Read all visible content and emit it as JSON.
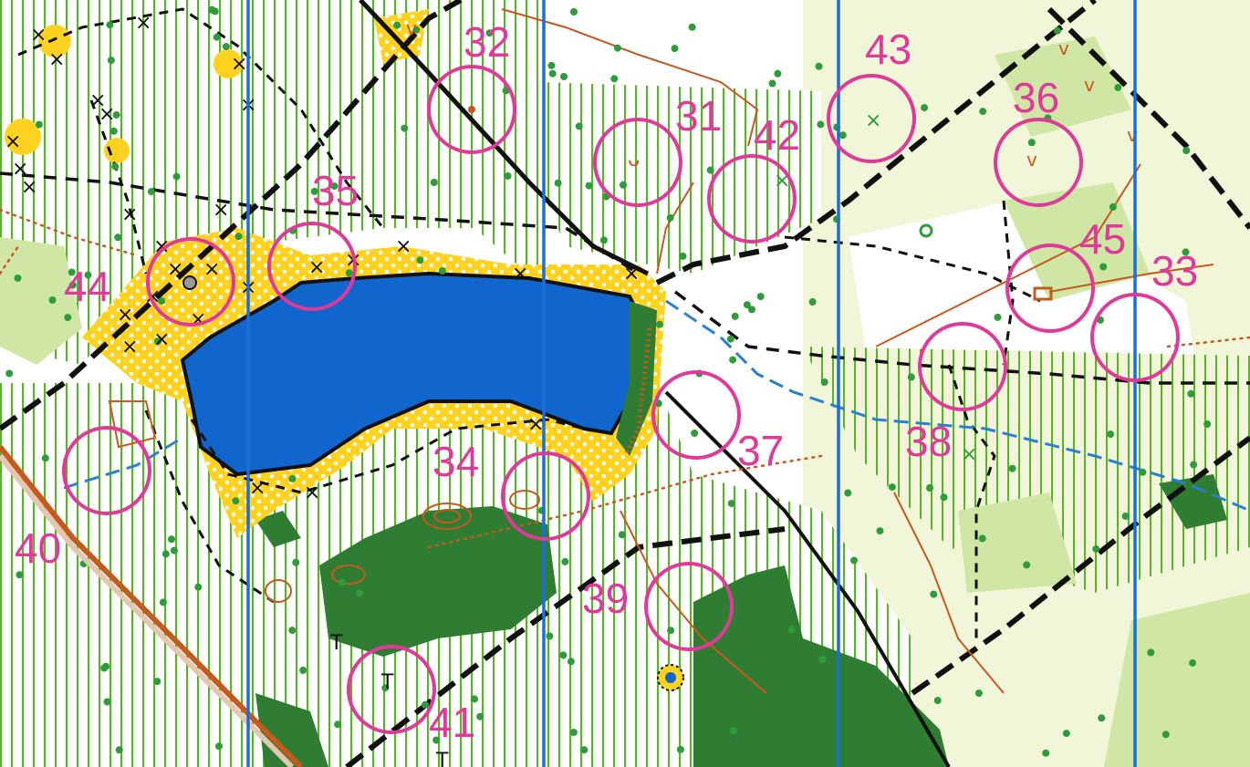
{
  "map": {
    "colors": {
      "open_land": "#ffffff",
      "rough_open": "#f1f6d8",
      "light_green": "#cfe6a5",
      "undergrowth_stripe": "#5fb030",
      "dark_green": "#2f7d32",
      "water": "#1066cc",
      "sand_yellow": "#ffd21f",
      "control_magenta": "#e0399a",
      "north_line_blue": "#1c6fd6",
      "path_black": "#111111",
      "contour_brown": "#c65a1e",
      "tree_dot_green": "#2e9c3a"
    },
    "north_lines": [
      "north-line",
      "north-line",
      "north-line",
      "north-line"
    ],
    "controls": [
      {
        "label": "32"
      },
      {
        "label": "31"
      },
      {
        "label": "42"
      },
      {
        "label": "43"
      },
      {
        "label": "36"
      },
      {
        "label": "35"
      },
      {
        "label": "44"
      },
      {
        "label": "45"
      },
      {
        "label": "33"
      },
      {
        "label": "37"
      },
      {
        "label": "38"
      },
      {
        "label": "34"
      },
      {
        "label": "40"
      },
      {
        "label": "39"
      },
      {
        "label": "41"
      }
    ],
    "symbols": {
      "lake": "lake",
      "sand_area": "sandy-ground",
      "x_marker": "×",
      "root_stock_icon": "root-stock-icon",
      "well_icon": "well-icon",
      "boulder_icon": "boulder-icon",
      "shelter_icon": "tower-icon"
    }
  }
}
